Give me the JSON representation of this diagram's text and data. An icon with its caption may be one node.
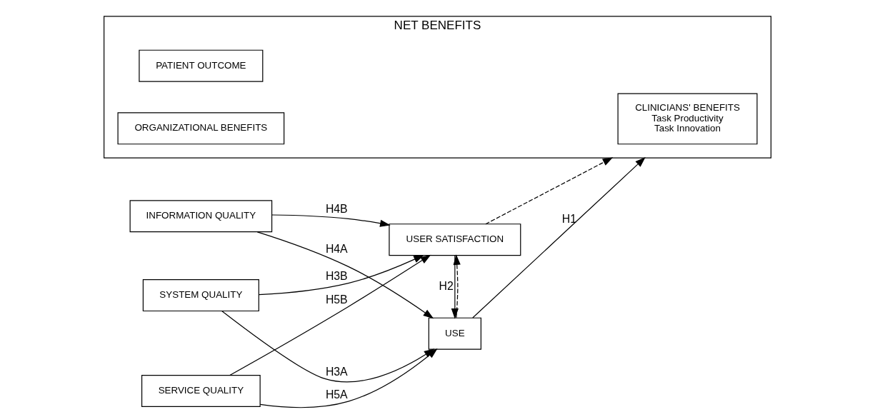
{
  "diagram": {
    "nodes": [
      {
        "text": [
          "USE"
        ]
      },
      {
        "text": [
          "SYSTEM QUALITY"
        ]
      },
      {
        "text": [
          "INFORMATION QUALITY"
        ]
      },
      {
        "text": [
          "SERVICE QUALITY"
        ]
      },
      {
        "text": [
          "USER SATISFACTION"
        ]
      },
      {
        "text": [
          "NET BENEFITS"
        ]
      },
      {
        "text": [
          "PATIENT OUTCOME"
        ],
        "in": 5
      },
      {
        "text": [
          "CLINICIANS' BENEFITS",
          "Task Productivity",
          "Task Innovation"
        ],
        "in": 5
      },
      {
        "text": [
          "ORGANIZATIONAL BENEFITS"
        ],
        "in": 5
      }
    ],
    "edges": [
      {
        "from": 1,
        "to": 0,
        "arrow": "to",
        "label": "H3A"
      },
      {
        "from": 2,
        "to": 0,
        "arrow": "to",
        "label": "H4A"
      },
      {
        "from": 3,
        "to": 0,
        "arrow": "to",
        "label": "H5A"
      },
      {
        "from": 1,
        "to": 4,
        "arrow": "to",
        "label": "H3B"
      },
      {
        "from": 2,
        "to": 4,
        "arrow": "to",
        "label": "H4B"
      },
      {
        "from": 3,
        "to": 4,
        "arrow": "to",
        "label": "H5B"
      },
      {
        "from": 0,
        "to": 4,
        "arrow": "to",
        "style": "dashed"
      },
      {
        "from": 4,
        "to": 0,
        "arrow": "to",
        "label": "H2"
      },
      {
        "from": 0,
        "to": 5,
        "arrow": "to",
        "label": "H1"
      },
      {
        "from": 4,
        "to": 5,
        "arrow": "to",
        "style": "dashed"
      }
    ]
  }
}
